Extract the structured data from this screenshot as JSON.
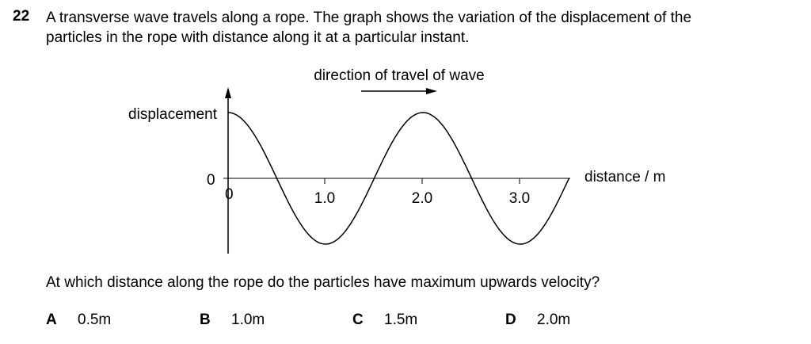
{
  "question": {
    "number": "22",
    "stem_lines": [
      "A transverse wave travels along a rope. The graph shows the variation of the displacement of the",
      "particles in the rope with distance along it at a particular instant."
    ],
    "prompt": "At which distance along the rope do the particles have maximum upwards velocity?",
    "options": [
      {
        "letter": "A",
        "text": "0.5m"
      },
      {
        "letter": "B",
        "text": "1.0m"
      },
      {
        "letter": "C",
        "text": "1.5m"
      },
      {
        "letter": "D",
        "text": "2.0m"
      }
    ]
  },
  "figure": {
    "direction_label": "direction of travel of wave",
    "y_axis_label": "displacement",
    "x_axis_label": "distance / m",
    "zero_label": "0",
    "origin_label": "0",
    "x_ticks": [
      "1.0",
      "2.0",
      "3.0"
    ]
  },
  "chart_data": {
    "type": "line",
    "title": "",
    "xlabel": "distance / m",
    "ylabel": "displacement",
    "x_ticks": [
      0,
      1.0,
      2.0,
      3.0
    ],
    "x_tick_labels": [
      "0",
      "1.0",
      "2.0",
      "3.0"
    ],
    "xlim": [
      0,
      3.5
    ],
    "series": [
      {
        "curve": "cosine",
        "wavelength_m": 2.0,
        "amplitude_rel": 1.0,
        "x_start": 0,
        "x_end": 3.5
      }
    ],
    "grid": false
  }
}
